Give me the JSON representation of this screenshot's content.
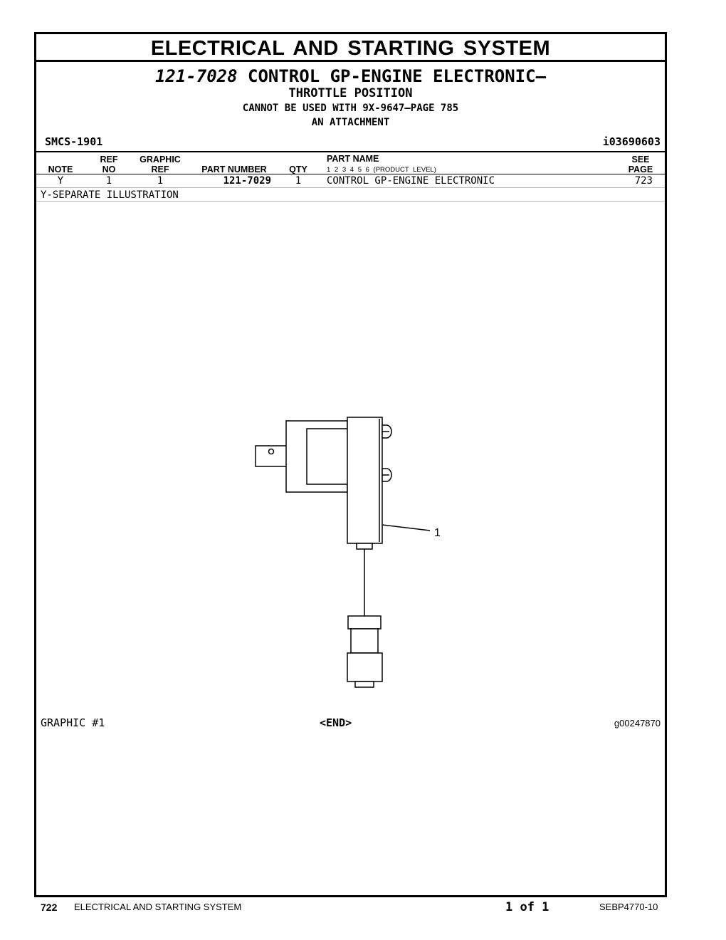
{
  "section_title": "ELECTRICAL AND STARTING SYSTEM",
  "group": {
    "part_number": "121-7028",
    "title_line1": "CONTROL GP-ENGINE ELECTRONIC—",
    "title_line2": "THROTTLE POSITION",
    "note_line1": "CANNOT BE USED WITH 9X-9647—PAGE 785",
    "note_line2": "AN ATTACHMENT"
  },
  "smcs": "SMCS-1901",
  "reference_id": "i03690603",
  "table": {
    "headers": {
      "note": "NOTE",
      "ref_no_1": "REF",
      "ref_no_2": "NO",
      "graphic_ref_1": "GRAPHIC",
      "graphic_ref_2": "REF",
      "part_number": "PART NUMBER",
      "qty": "QTY",
      "part_name": "PART NAME",
      "levels": "1 2 3 4 5 6 (PRODUCT LEVEL)",
      "see_page_1": "SEE",
      "see_page_2": "PAGE"
    },
    "rows": [
      {
        "note": "Y",
        "ref_no": "1",
        "graphic_ref": "1",
        "part_number": "121-7029",
        "qty": "1",
        "part_name": "CONTROL GP-ENGINE ELECTRONIC",
        "see_page": "723"
      }
    ],
    "footnote": "Y-SEPARATE ILLUSTRATION"
  },
  "illustration": {
    "callout": "1"
  },
  "graphic_label": "GRAPHIC #1",
  "end_marker": "<END>",
  "graphic_number": "g00247870",
  "footer": {
    "page_number": "722",
    "section": "ELECTRICAL AND STARTING SYSTEM",
    "page_of": "1 of 1",
    "doc_id": "SEBP4770-10"
  }
}
